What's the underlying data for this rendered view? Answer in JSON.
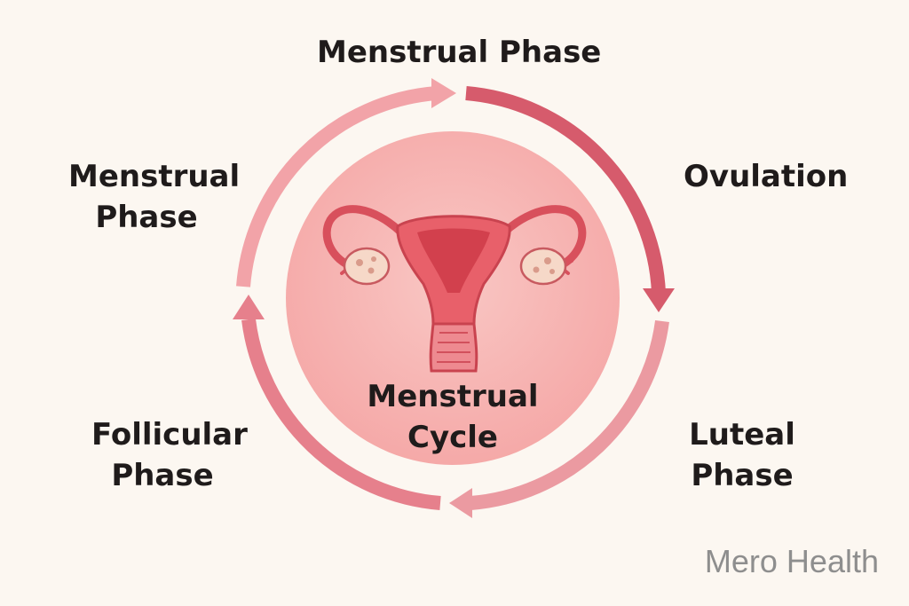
{
  "diagram": {
    "top_label": "Menstrual Phase",
    "left_label": [
      "Menstrual",
      "Phase"
    ],
    "right_label": "Ovulation",
    "bottom_right_label": [
      "Luteal",
      "Phase"
    ],
    "bottom_left_label": [
      "Follicular",
      "Phase"
    ],
    "center_label": [
      "Menstrual",
      "Cycle"
    ]
  },
  "brand": {
    "name": "Mero Health"
  },
  "colors": {
    "background": "#fcf7f1",
    "arrow_dark": "#d85e6e",
    "arrow_mid": "#e98a93",
    "arrow_light": "#f3a9ae",
    "center_circle": "#f7b3b1",
    "uterus": "#e0555f",
    "ovary": "#f6d8c8"
  },
  "icons": [
    "uterus-icon"
  ]
}
